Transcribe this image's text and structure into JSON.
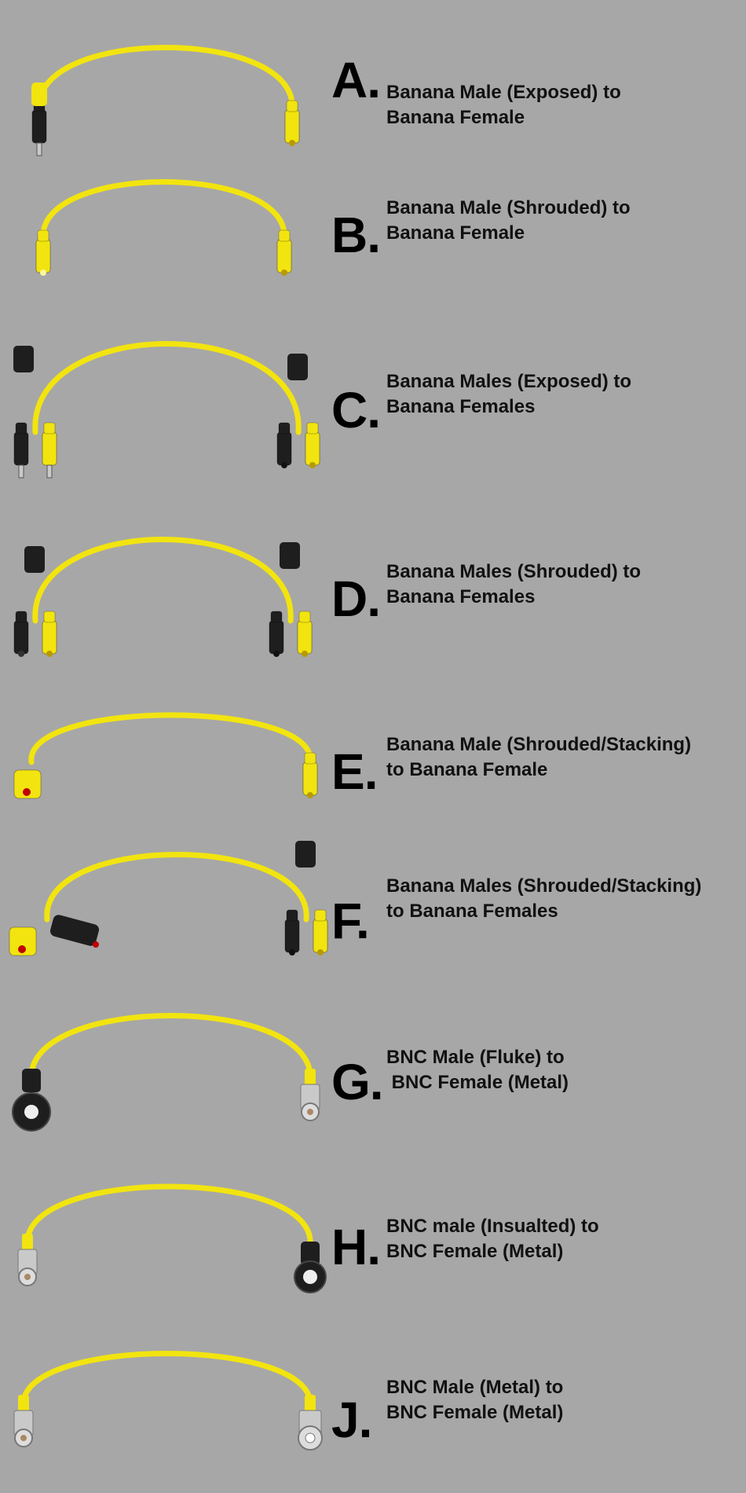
{
  "colors": {
    "background": "#a7a7a7",
    "cable_yellow": "#f2e40f",
    "plug_black": "#1e1e1e",
    "metal": "#c9c9c9"
  },
  "items": [
    {
      "letter": "A.",
      "line1": "Banana Male (Exposed) to",
      "line2": "Banana Female",
      "left_connector": "banana-male-exposed-icon",
      "right_connector": "banana-female-icon"
    },
    {
      "letter": "B.",
      "line1": "Banana Male (Shrouded) to",
      "line2": "Banana Female",
      "left_connector": "banana-male-shrouded-icon",
      "right_connector": "banana-female-icon"
    },
    {
      "letter": "C.",
      "line1": "Banana Males (Exposed) to",
      "line2": "Banana Females",
      "left_connector": "dual-banana-male-exposed-icon",
      "right_connector": "dual-banana-female-icon"
    },
    {
      "letter": "D.",
      "line1": "Banana Males (Shrouded) to",
      "line2": "Banana Females",
      "left_connector": "dual-banana-male-shrouded-icon",
      "right_connector": "dual-banana-female-icon"
    },
    {
      "letter": "E.",
      "line1": "Banana Male (Shrouded/Stacking)",
      "line2": "to Banana Female",
      "left_connector": "stacking-banana-male-icon",
      "right_connector": "banana-female-icon"
    },
    {
      "letter": "F.",
      "line1": "Banana Males (Shrouded/Stacking)",
      "line2": "to Banana Females",
      "left_connector": "dual-stacking-banana-male-icon",
      "right_connector": "dual-banana-female-icon"
    },
    {
      "letter": "G.",
      "line1": "BNC Male (Fluke) to",
      "line2": " BNC Female (Metal)",
      "left_connector": "bnc-male-fluke-icon",
      "right_connector": "bnc-female-metal-icon"
    },
    {
      "letter": "H.",
      "line1": "BNC male (Insualted) to",
      "line2": "BNC Female (Metal)",
      "left_connector": "bnc-female-metal-icon",
      "right_connector": "bnc-male-insulated-icon"
    },
    {
      "letter": "J.",
      "line1": "BNC Male (Metal) to",
      "line2": "BNC Female (Metal)",
      "left_connector": "bnc-female-metal-icon",
      "right_connector": "bnc-male-metal-icon"
    }
  ]
}
